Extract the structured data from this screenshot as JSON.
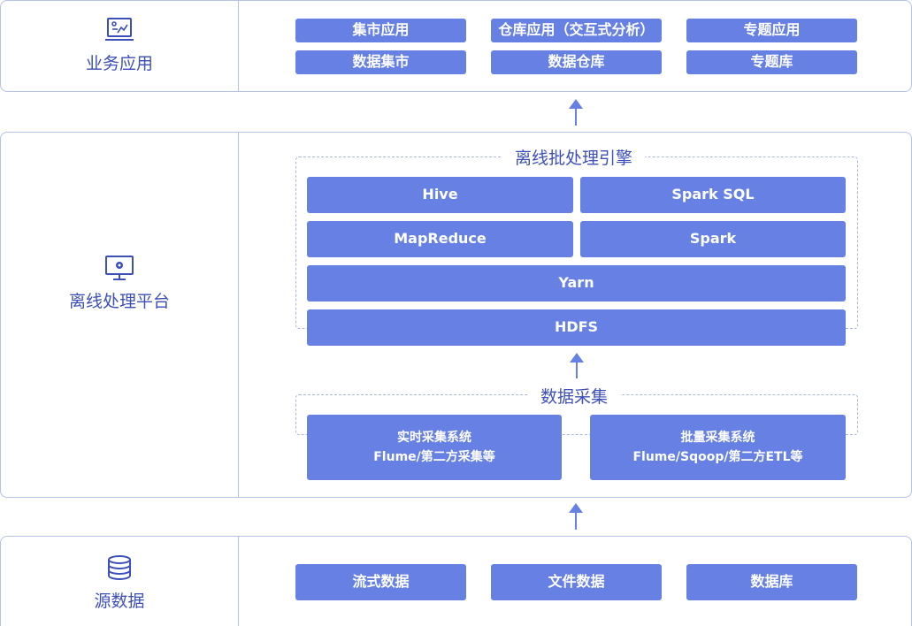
{
  "layers": {
    "business": {
      "label": "业务应用",
      "icon": "analytics-board-icon",
      "items": [
        "集市应用",
        "仓库应用（交互式分析）",
        "专题应用",
        "数据集市",
        "数据仓库",
        "专题库"
      ]
    },
    "offline": {
      "label": "离线处理平台",
      "icon": "monitor-gear-icon",
      "engine": {
        "title": "离线批处理引擎",
        "items": [
          "Hive",
          "Spark SQL",
          "MapReduce",
          "Spark",
          "Yarn",
          "HDFS"
        ]
      },
      "collect": {
        "title": "数据采集",
        "realtime": {
          "line1": "实时采集系统",
          "line2": "Flume/第二方采集等"
        },
        "batch": {
          "line1": "批量采集系统",
          "line2": "Flume/Sqoop/第二方ETL等"
        }
      }
    },
    "source": {
      "label": "源数据",
      "icon": "database-icon",
      "items": [
        "流式数据",
        "文件数据",
        "数据库"
      ]
    }
  },
  "colors": {
    "accent": "#6680e3",
    "border": "#b6c1e6",
    "text": "#3d4fb8"
  }
}
